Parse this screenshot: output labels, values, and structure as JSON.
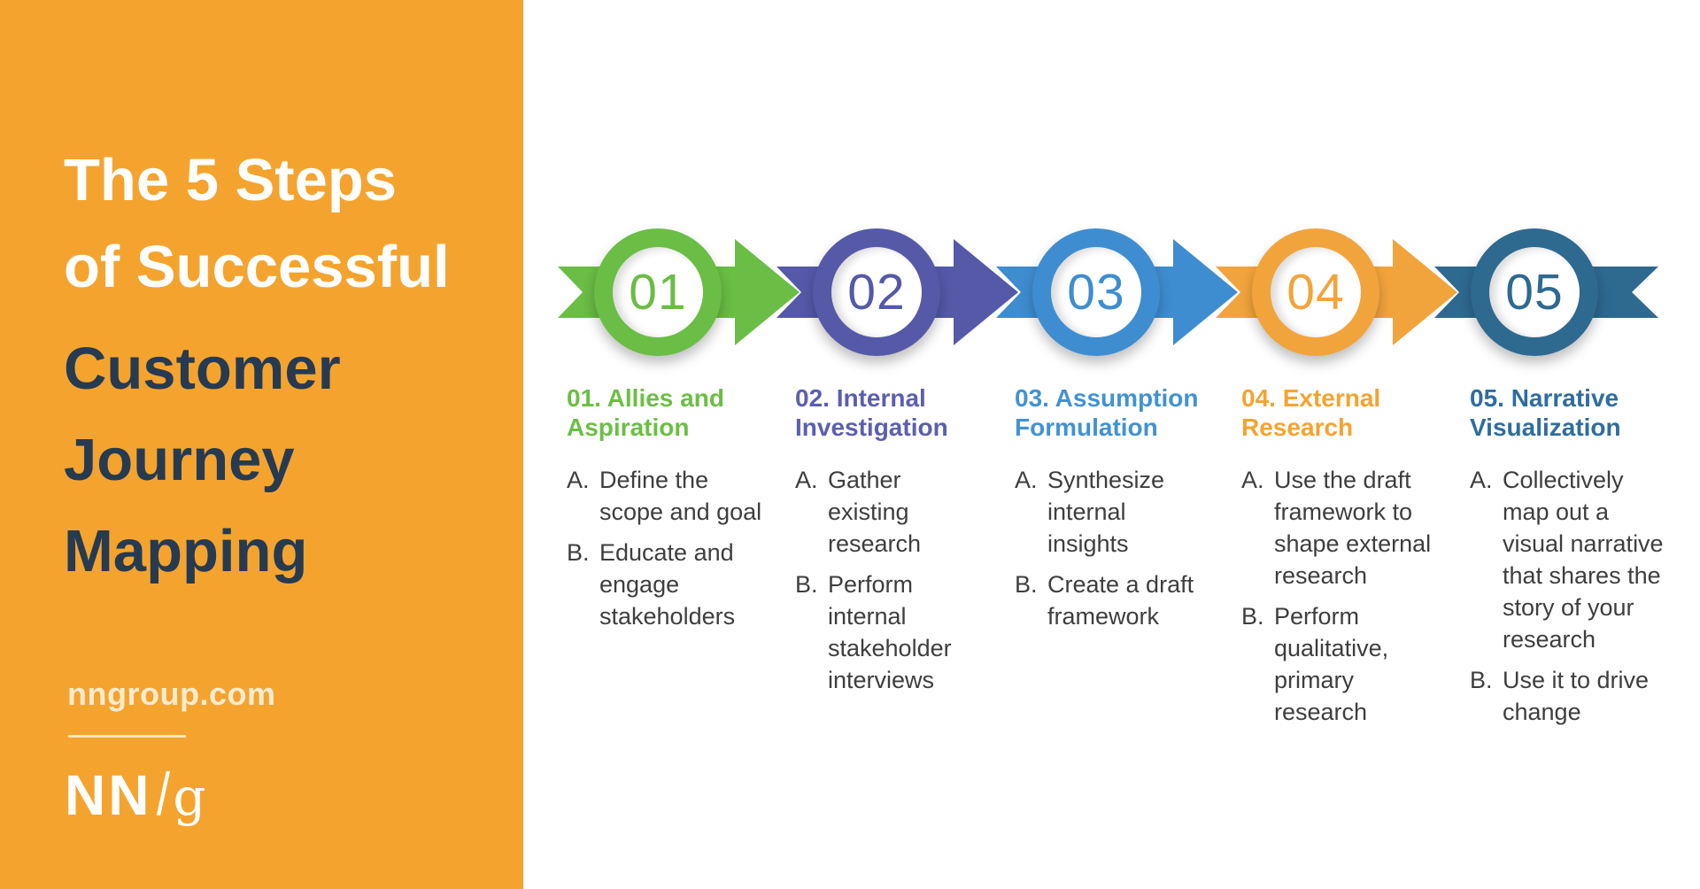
{
  "sidebar": {
    "panel_color": "#F4A42E",
    "title_light": "The 5 Steps\nof Successful",
    "title_dark": "Customer\nJourney\nMapping",
    "title_light_color": "#FFFFFF",
    "title_dark_color": "#263A52",
    "website": "nngroup.com",
    "website_color": "#FAEBD0",
    "logo": {
      "nn": "NN",
      "slash": "/",
      "g": "g"
    }
  },
  "body_text_color": "#3E3E3E",
  "steps": [
    {
      "number": "01",
      "color": "#6ABD45",
      "heading_color": "#6CBE45",
      "heading": "01. Allies and\nAspiration",
      "items": [
        {
          "label": "A.",
          "text": "Define the\nscope and goal"
        },
        {
          "label": "B.",
          "text": "Educate and\nengage\nstakeholders"
        }
      ]
    },
    {
      "number": "02",
      "color": "#5559A8",
      "heading_color": "#5B5FAD",
      "heading": "02. Internal\nInvestigation",
      "items": [
        {
          "label": "A.",
          "text": "Gather\nexisting\nresearch"
        },
        {
          "label": "B.",
          "text": "Perform\ninternal\nstakeholder\ninterviews"
        }
      ]
    },
    {
      "number": "03",
      "color": "#3E8DD0",
      "heading_color": "#4292D3",
      "heading": "03. Assumption\nFormulation",
      "items": [
        {
          "label": "A.",
          "text": "Synthesize\ninternal\ninsights"
        },
        {
          "label": "B.",
          "text": "Create a draft\nframework"
        }
      ]
    },
    {
      "number": "04",
      "color": "#F2A43C",
      "heading_color": "#F5A32F",
      "heading": "04. External\nResearch",
      "items": [
        {
          "label": "A.",
          "text": "Use the draft\nframework to\nshape external\nresearch"
        },
        {
          "label": "B.",
          "text": "Perform\nqualitative,\nprimary\nresearch"
        }
      ]
    },
    {
      "number": "05",
      "color": "#2E6990",
      "heading_color": "#2F6D9E",
      "heading": "05. Narrative\nVisualization",
      "items": [
        {
          "label": "A.",
          "text": "Collectively\nmap out a\nvisual narrative\nthat shares the\nstory of your\nresearch"
        },
        {
          "label": "B.",
          "text": "Use it to drive\nchange"
        }
      ]
    }
  ]
}
